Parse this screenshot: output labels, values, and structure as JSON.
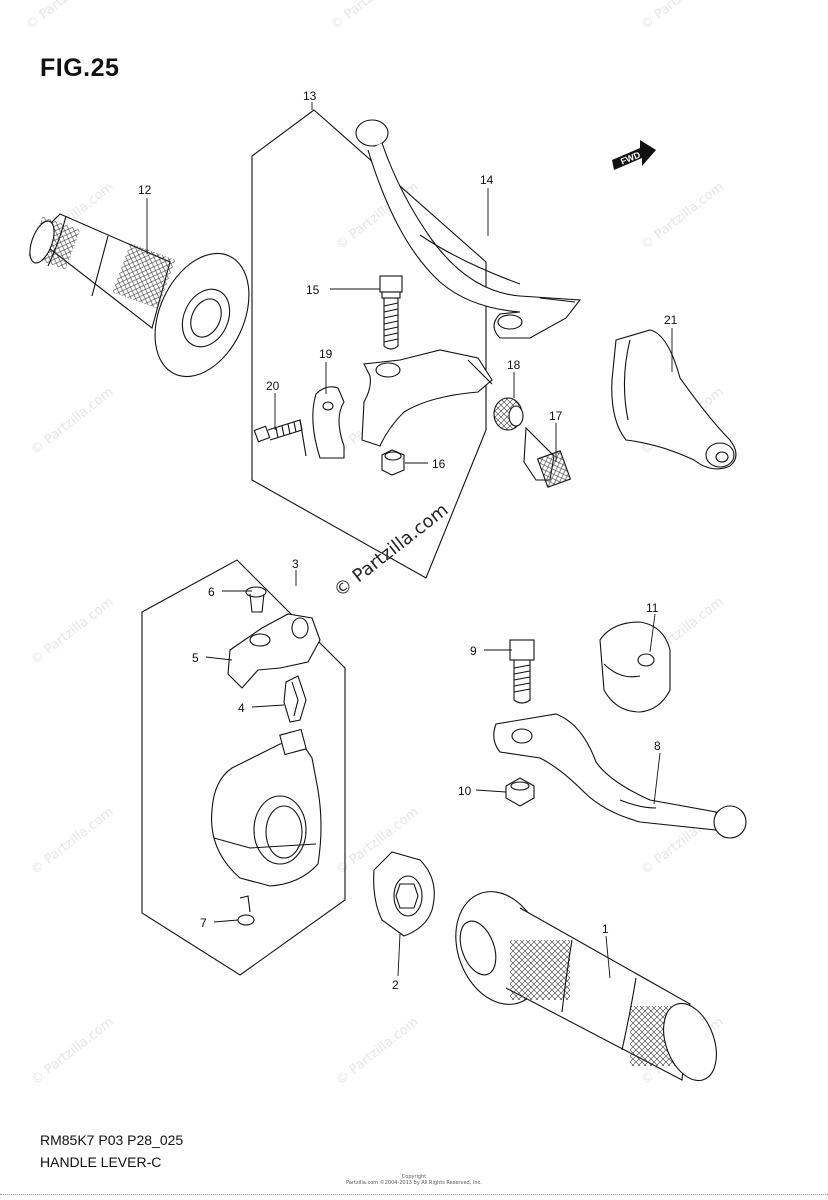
{
  "figure": {
    "title": "FIG.25",
    "model_code": "RM85K7 P03 P28_025",
    "group_name": "HANDLE LEVER-C"
  },
  "watermark": {
    "repeated_text": "© Partzilla.com",
    "center_text": "© Partzilla.com"
  },
  "fwd_indicator": "FWD",
  "callouts": [
    "1",
    "2",
    "3",
    "4",
    "5",
    "6",
    "7",
    "8",
    "9",
    "10",
    "11",
    "12",
    "13",
    "14",
    "15",
    "16",
    "17",
    "18",
    "19",
    "20",
    "21"
  ],
  "copyright_lines": [
    "Copyright",
    "Partzilla.com ©2004-2013 by All Rights Reserved, Inc."
  ],
  "colors": {
    "line": "#111111",
    "watermark": "#e6e6e6",
    "background": "#ffffff"
  }
}
